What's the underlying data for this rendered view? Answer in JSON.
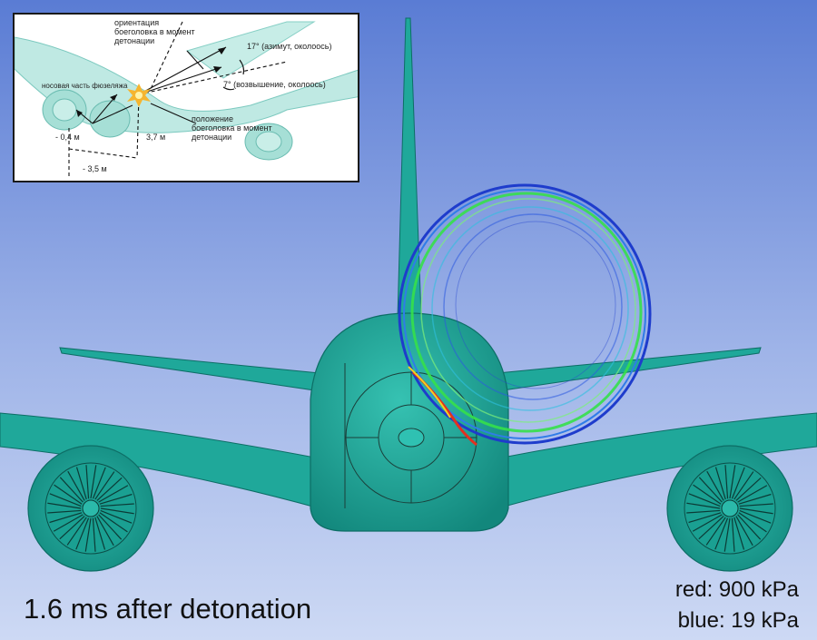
{
  "inset": {
    "label_orientation": "ориентация\nбоеголовка в момент\nдетонации",
    "label_azimuth": "17° (азимут, околоось)",
    "label_elevation": "7° (возвышение, околоось)",
    "label_nose": "носовая часть фюзеляжа",
    "label_position": "положение\nбоеголовка в момент\nдетонации",
    "label_dist_1": "- 0,4 м",
    "label_dist_2": "3,7 м",
    "label_dist_3": "- 3,5 м"
  },
  "caption": "1.6 ms after detonation",
  "legend": {
    "red": "red: 900 kPa",
    "blue": "blue: 19 kPa"
  },
  "colors": {
    "sky_top": "#5d7fd6",
    "sky_bottom": "#c5d3f2",
    "aircraft": "#1fa89a",
    "aircraft_dark": "#0d6e66",
    "blast_blue": "#1e3ccc",
    "blast_green": "#35e04a",
    "blast_red": "#e23020"
  }
}
